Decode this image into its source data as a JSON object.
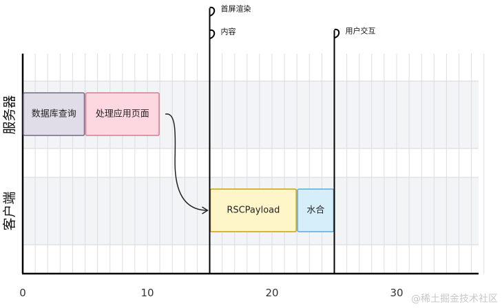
{
  "lanes": [
    {
      "label": "服务器",
      "fill": "#f3f4f6"
    },
    {
      "label": "客户端",
      "fill": "#f3f4f6"
    }
  ],
  "x_axis": {
    "min": 0,
    "max": 37,
    "ticks": [
      0,
      10,
      20,
      30
    ],
    "tick_labels": [
      "0",
      "10",
      "20",
      "30"
    ]
  },
  "tasks": [
    {
      "id": "db",
      "label": "数据库查询",
      "lane": 0,
      "start": 0,
      "end": 5,
      "fill": "#e0dde8",
      "stroke": "#6e6a86"
    },
    {
      "id": "process",
      "label": "处理应用页面",
      "lane": 0,
      "start": 5,
      "end": 11,
      "fill": "#fdd8e1",
      "stroke": "#d57b93"
    },
    {
      "id": "rsc",
      "label": "RSCPayload",
      "lane": 1,
      "start": 15,
      "end": 22,
      "fill": "#fef6c9",
      "stroke": "#c9a200"
    },
    {
      "id": "hydrate",
      "label": "水合",
      "lane": 1,
      "start": 22,
      "end": 25,
      "fill": "#d5eefa",
      "stroke": "#5aa9d6"
    }
  ],
  "milestones": [
    {
      "at": 15,
      "flags": [
        "首屏渲染",
        "内容"
      ]
    },
    {
      "at": 25,
      "flags": [
        "用户交互"
      ]
    }
  ],
  "arrow": {
    "from": "process",
    "to": "rsc"
  },
  "watermark": "@稀土掘金技术社区"
}
